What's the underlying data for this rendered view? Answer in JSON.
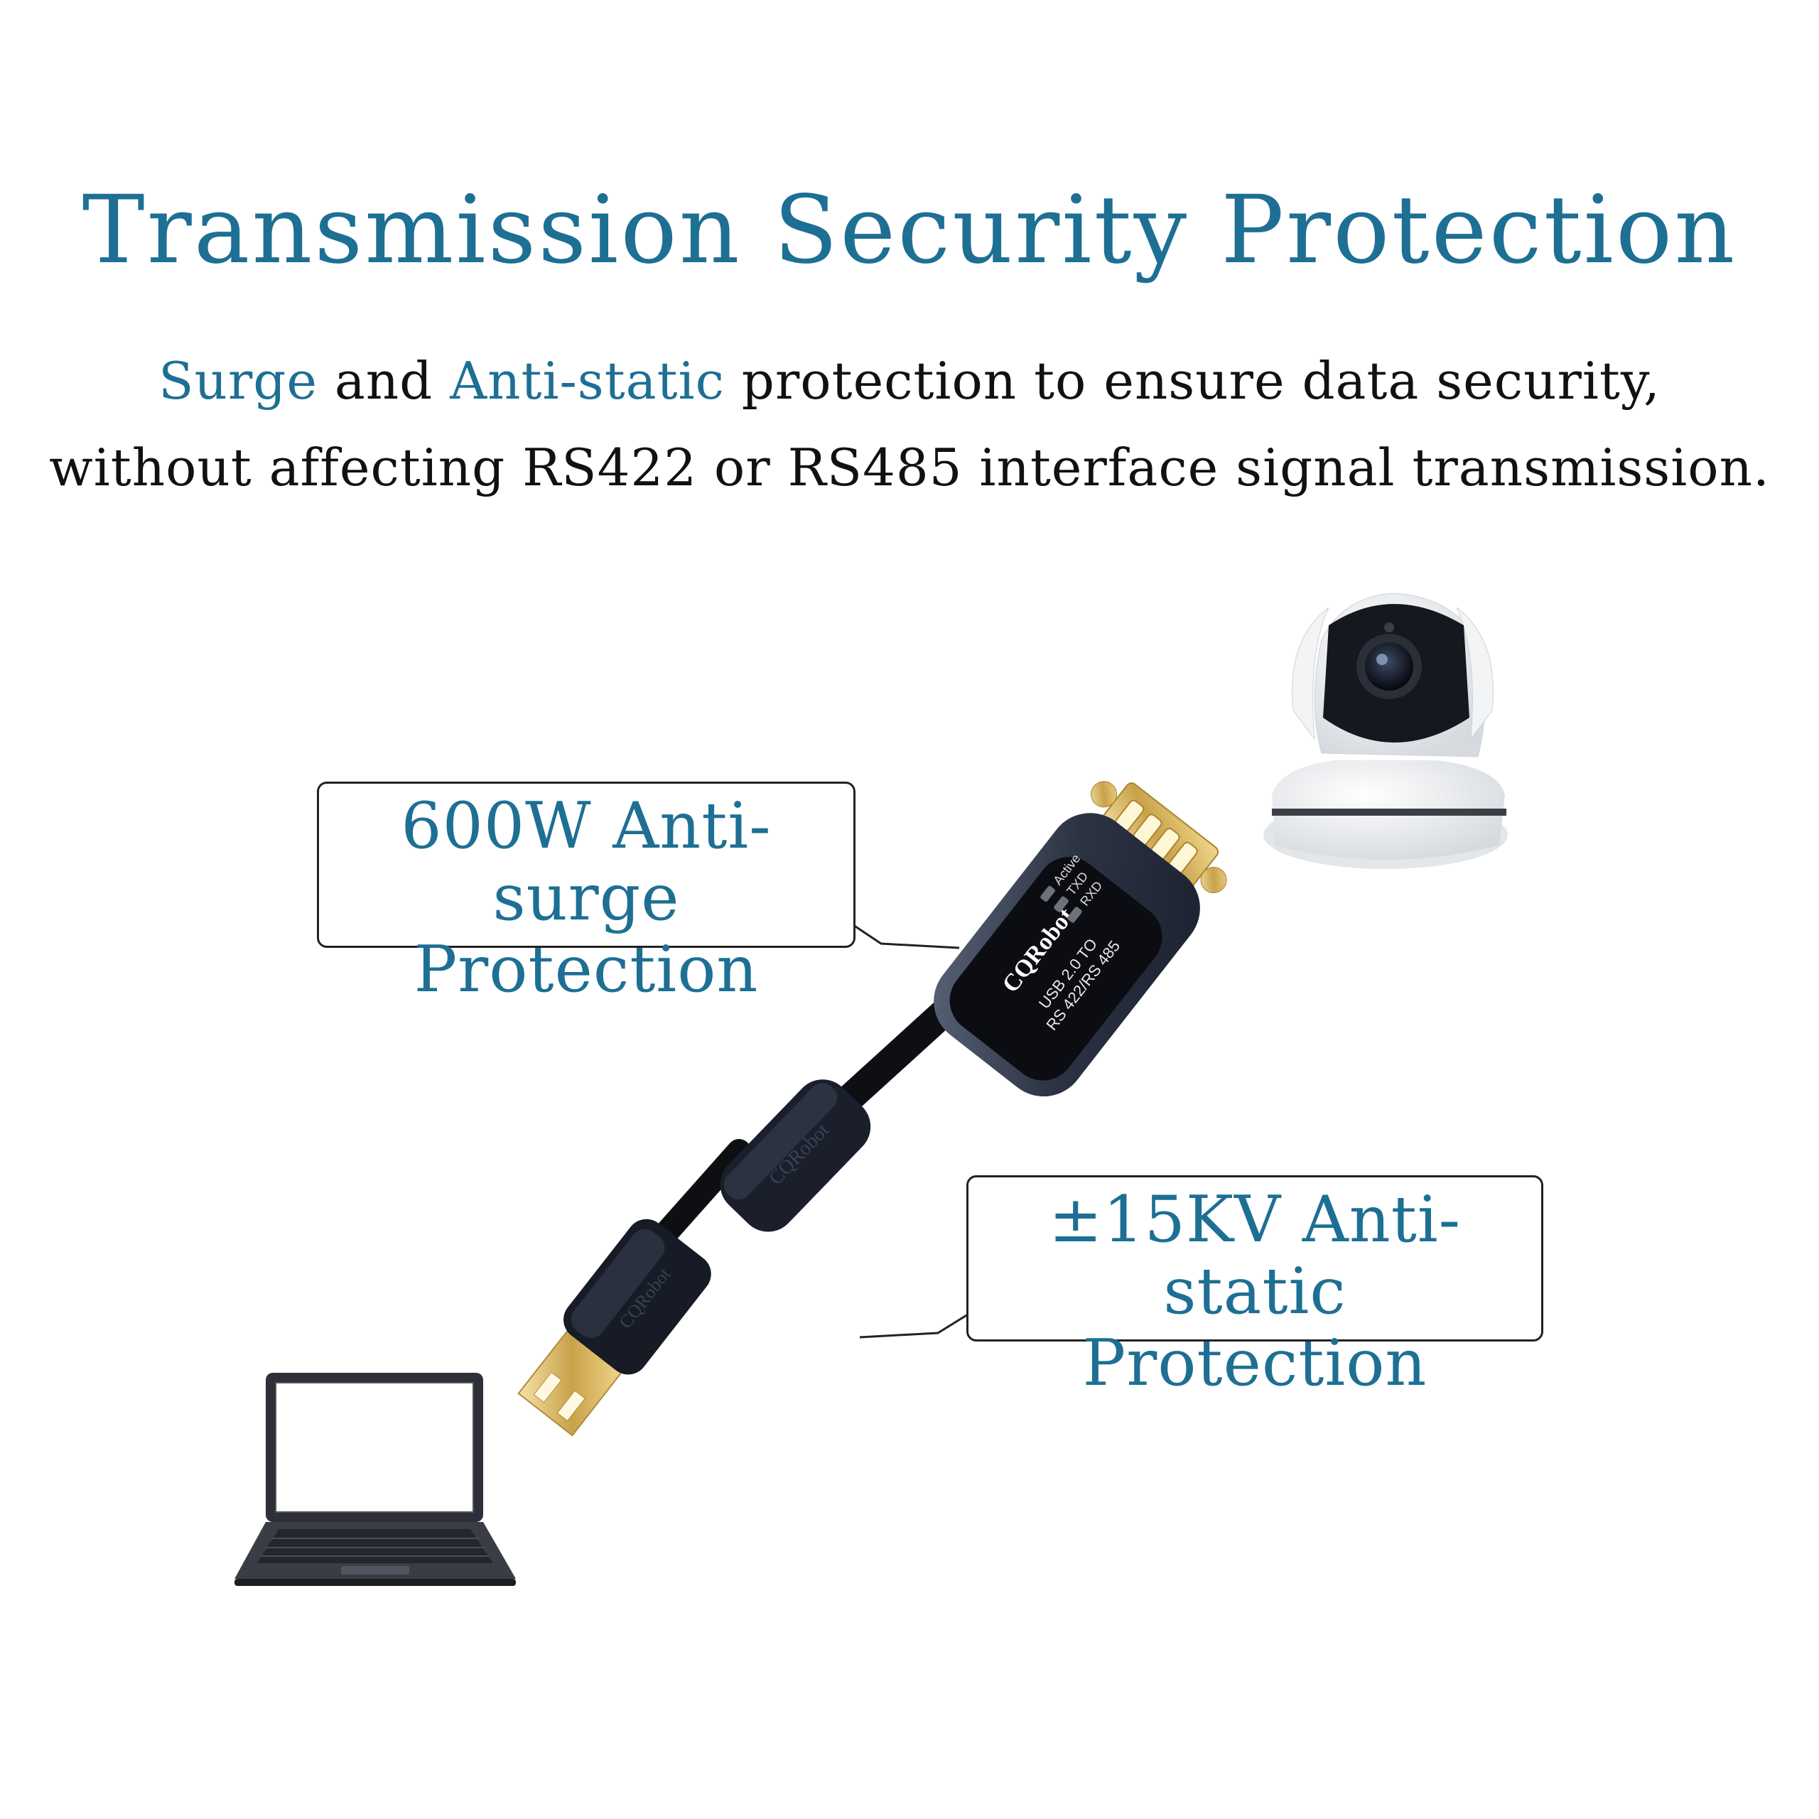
{
  "header": {
    "title": "Transmission Security Protection",
    "line1_highlight_a": "Surge",
    "line1_mid": " and ",
    "line1_highlight_b": "Anti-static",
    "line1_rest": " protection to ensure data security,",
    "line2": "without affecting RS422 or RS485 interface signal transmission."
  },
  "callouts": {
    "surge_line1": "600W Anti-surge",
    "surge_line2": "Protection",
    "static_line1": "±15KV Anti-static",
    "static_line2": "Protection"
  },
  "device": {
    "brand": "CQRobot",
    "model_line1": "USB 2.0 TO",
    "model_line2": "RS 422/RS 485",
    "led_active": "Active",
    "led_txd": "TXD",
    "led_rxd": "RXD",
    "plug_brand": "CQRobot",
    "ferrite_brand": "CQRobot"
  },
  "colors": {
    "accent": "#1e6f94",
    "text": "#111111"
  }
}
